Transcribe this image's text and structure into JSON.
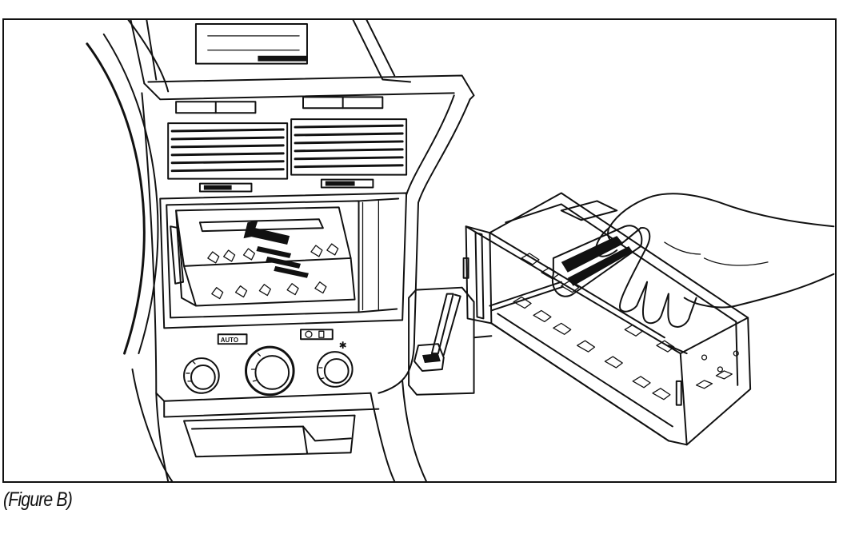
{
  "figure": {
    "caption": "(Figure B)",
    "panel_labels": {
      "auto": "AUTO",
      "fan": "✱"
    },
    "colors": {
      "ink": "#111111",
      "paper": "#ffffff"
    },
    "icons": [
      "dashboard-illustration",
      "vent-icon",
      "knob-icon",
      "arrow-icon",
      "screwdriver-icon",
      "hand-icon",
      "mounting-sleeve-icon",
      "release-tab-detail-icon"
    ]
  }
}
